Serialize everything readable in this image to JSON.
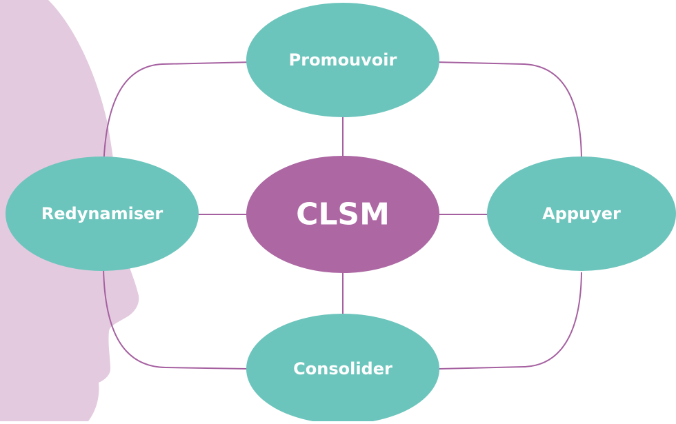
{
  "diagram": {
    "center": {
      "label": "CLSM",
      "color": "#ad67a3"
    },
    "nodes": [
      {
        "id": "top",
        "label": "Promouvoir"
      },
      {
        "id": "left",
        "label": "Redynamiser"
      },
      {
        "id": "right",
        "label": "Appuyer"
      },
      {
        "id": "bottom",
        "label": "Consolider"
      }
    ],
    "colors": {
      "node_fill": "#6cc5bc",
      "connector": "#a560a0",
      "silhouette": "#e3cadf",
      "label_text": "#ffffff"
    }
  }
}
